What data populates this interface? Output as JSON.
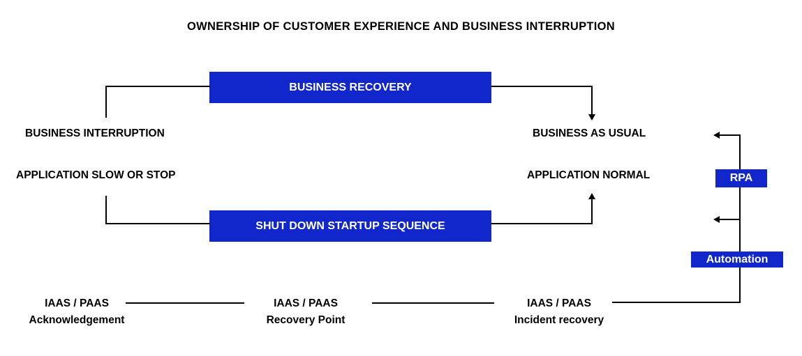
{
  "title": "OWNERSHIP OF CUSTOMER EXPERIENCE AND BUSINESS INTERRUPTION",
  "colors": {
    "box_blue": "#1126cb",
    "box_text": "#ffffff",
    "line_black": "#000000"
  },
  "boxes": {
    "business_recovery": "BUSINESS RECOVERY",
    "shutdown_sequence": "SHUT DOWN STARTUP SEQUENCE",
    "rpa": "RPA",
    "automation": "Automation"
  },
  "labels": {
    "business_interruption": "BUSINESS INTERRUPTION",
    "application_slow_or_stop": "APPLICATION SLOW OR STOP",
    "business_as_usual": "BUSINESS AS USUAL",
    "application_normal": "APPLICATION NORMAL"
  },
  "bottom_row": [
    {
      "line1": "IAAS / PAAS",
      "line2": "Acknowledgement"
    },
    {
      "line1": "IAAS / PAAS",
      "line2": "Recovery Point"
    },
    {
      "line1": "IAAS / PAAS",
      "line2": "Incident recovery"
    }
  ]
}
